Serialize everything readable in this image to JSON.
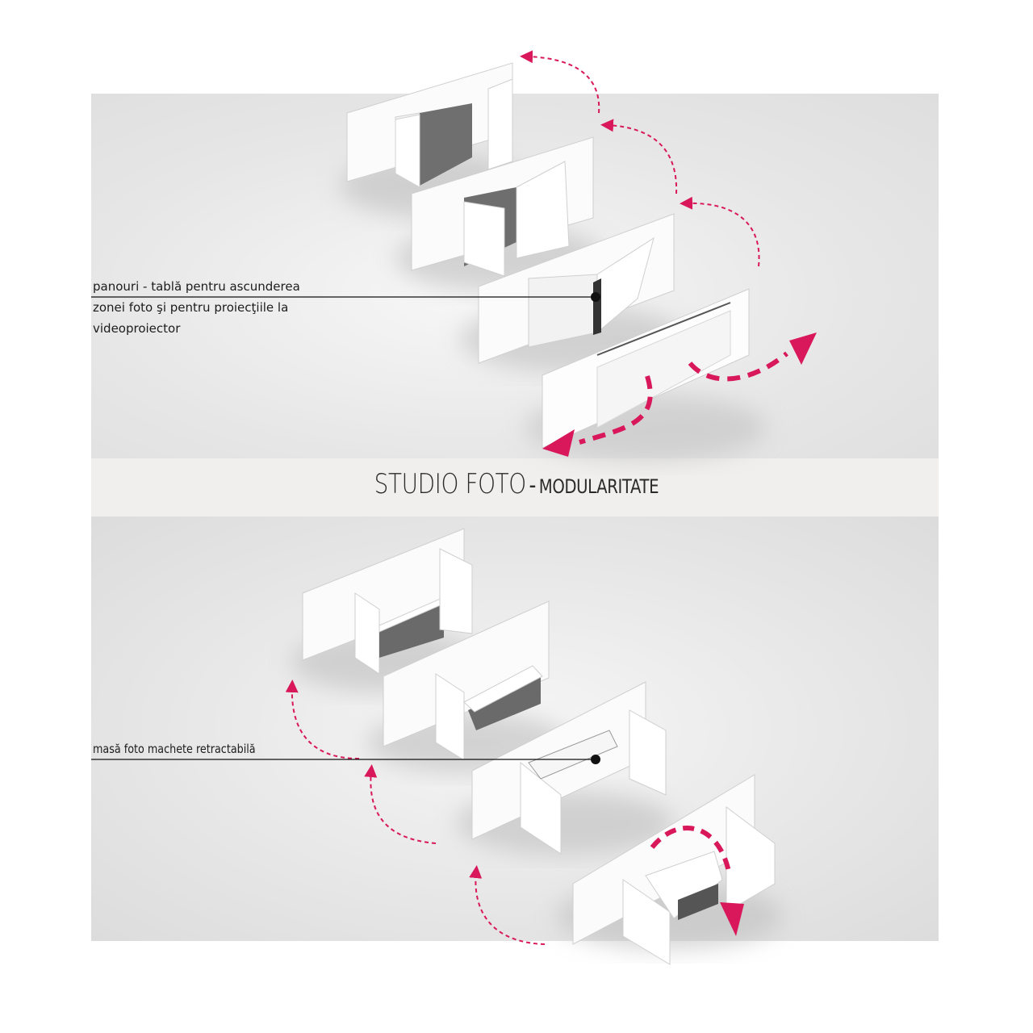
{
  "title": {
    "main": "STUDIO FOTO",
    "separator": "-",
    "sub": "MODULARITATE"
  },
  "annotations": {
    "top": {
      "line1": "panouri - tablă pentru ascunderea",
      "line2": "zonei foto şi pentru proiecţiile la",
      "line3": "videoproiector"
    },
    "bottom": {
      "text": "masă foto machete retractabilă"
    }
  },
  "colors": {
    "accent": "#d8185a",
    "panel": "#ffffff",
    "leader": "#111111"
  },
  "icons": [
    "curved-dashed-arrow-icon",
    "bidirectional-arrow-icon",
    "leader-dot-icon"
  ]
}
